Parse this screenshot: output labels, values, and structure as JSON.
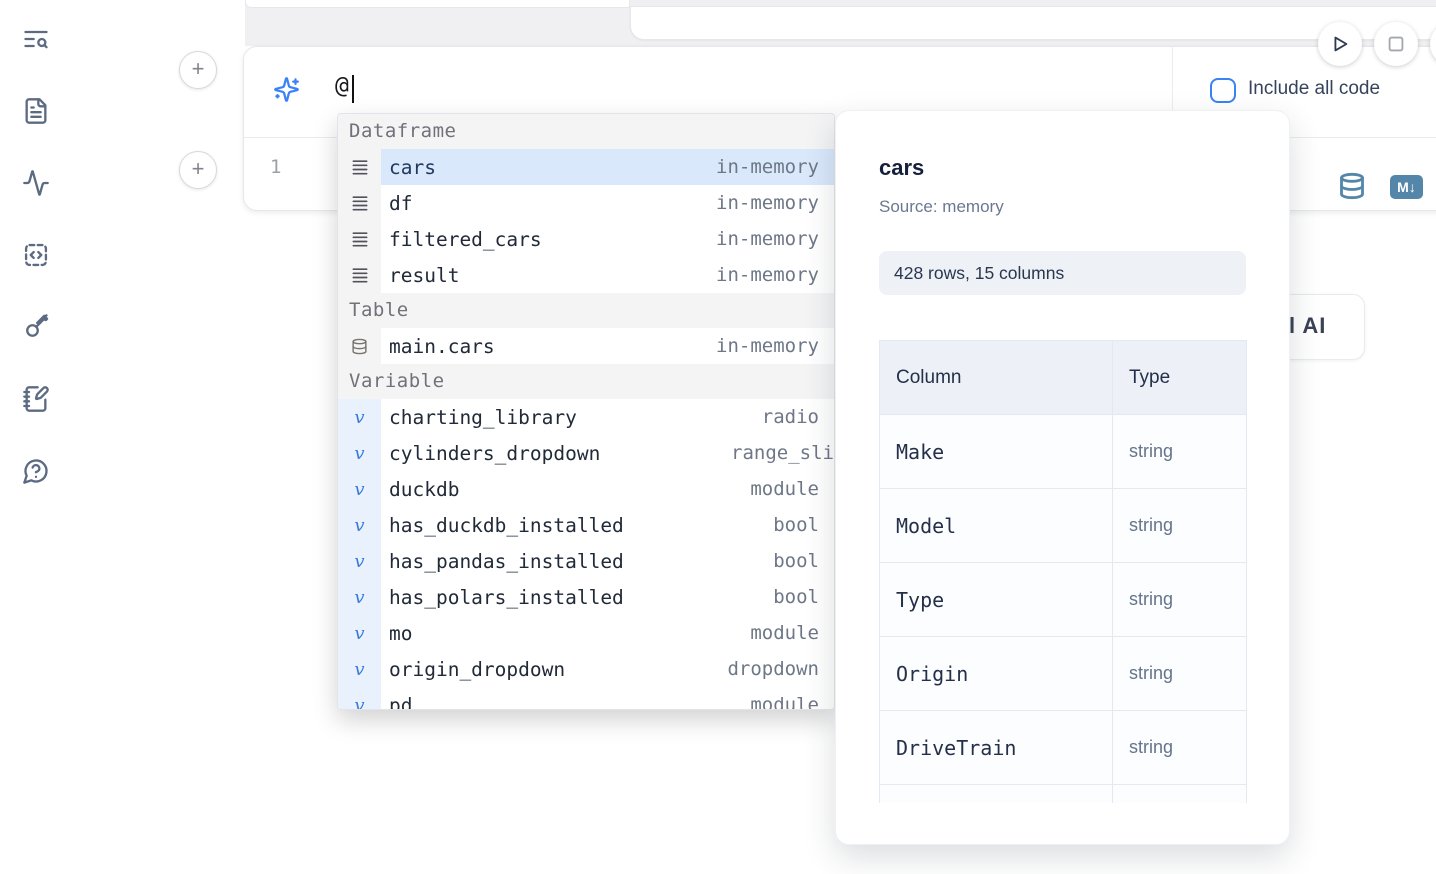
{
  "sidebar": {
    "icons": [
      {
        "name": "text-search-icon"
      },
      {
        "name": "file-text-icon"
      },
      {
        "name": "activity-icon"
      },
      {
        "name": "code-snippet-icon"
      },
      {
        "name": "key-icon"
      },
      {
        "name": "notebook-pen-icon"
      },
      {
        "name": "help-message-icon"
      }
    ]
  },
  "cell": {
    "ai_input": {
      "value": "@",
      "icon": "sparkles-icon"
    },
    "include_all_code": {
      "label": "Include all code",
      "checked": false
    },
    "line_number": "1",
    "run_controls": {
      "play_icon": "play-icon",
      "stop_icon": "stop-icon"
    },
    "status_icons": {
      "database": "database-icon",
      "markdown_badge": "M↓"
    },
    "add_cell_button": "+"
  },
  "completion": {
    "sections": [
      {
        "label": "Dataframe",
        "items": [
          {
            "icon": "dataframe-icon",
            "name": "cars",
            "type": "in-memory",
            "selected": true
          },
          {
            "icon": "dataframe-icon",
            "name": "df",
            "type": "in-memory"
          },
          {
            "icon": "dataframe-icon",
            "name": "filtered_cars",
            "type": "in-memory"
          },
          {
            "icon": "dataframe-icon",
            "name": "result",
            "type": "in-memory"
          }
        ]
      },
      {
        "label": "Table",
        "items": [
          {
            "icon": "database-icon",
            "name": "main.cars",
            "type": "in-memory"
          }
        ]
      },
      {
        "label": "Variable",
        "items": [
          {
            "icon": "variable-icon",
            "name": "charting_library",
            "type": "radio"
          },
          {
            "icon": "variable-icon",
            "name": "cylinders_dropdown",
            "type": "range_sli"
          },
          {
            "icon": "variable-icon",
            "name": "duckdb",
            "type": "module"
          },
          {
            "icon": "variable-icon",
            "name": "has_duckdb_installed",
            "type": "bool"
          },
          {
            "icon": "variable-icon",
            "name": "has_pandas_installed",
            "type": "bool"
          },
          {
            "icon": "variable-icon",
            "name": "has_polars_installed",
            "type": "bool"
          },
          {
            "icon": "variable-icon",
            "name": "mo",
            "type": "module"
          },
          {
            "icon": "variable-icon",
            "name": "origin_dropdown",
            "type": "dropdown"
          },
          {
            "icon": "variable-icon",
            "name": "pd",
            "type": "module",
            "clipped": true
          }
        ]
      }
    ]
  },
  "preview_panel": {
    "title": "cars",
    "source": "Source: memory",
    "shape_badge": "428 rows, 15 columns",
    "table": {
      "headers": [
        "Column",
        "Type"
      ],
      "rows": [
        {
          "column": "Make",
          "type": "string"
        },
        {
          "column": "Model",
          "type": "string"
        },
        {
          "column": "Type",
          "type": "string"
        },
        {
          "column": "Origin",
          "type": "string"
        },
        {
          "column": "DriveTrain",
          "type": "string"
        }
      ]
    }
  },
  "ai_button": {
    "visible_label": "l AI"
  },
  "colors": {
    "accent_blue": "#3b82f6",
    "steel_icon": "#5386a8",
    "selected_row": "#d9e8fb",
    "section_header_bg": "#f4f4f5",
    "variable_gutter_bg": "#e9f1fc",
    "badge_bg": "#eef2f7",
    "table_header_bg": "#edf1f7"
  }
}
